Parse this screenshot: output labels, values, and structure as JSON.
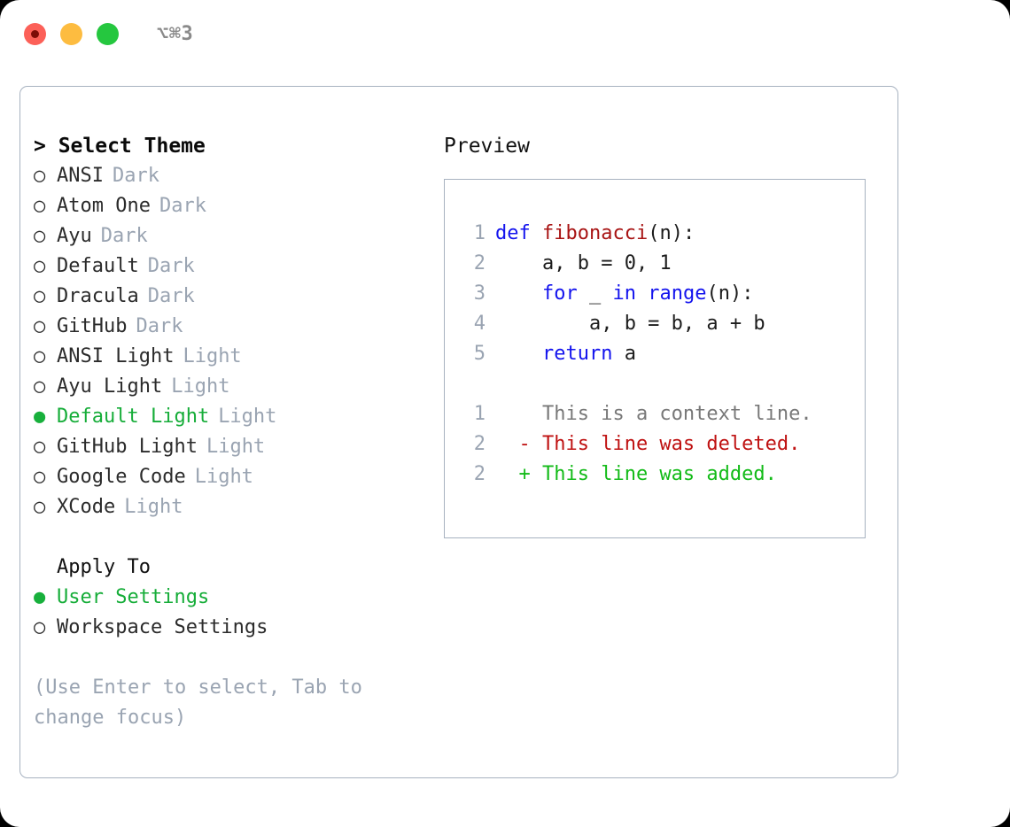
{
  "titlebar": {
    "shortcut": "⌥⌘3",
    "buttons": [
      {
        "name": "close",
        "color": "#fc6058"
      },
      {
        "name": "minimize",
        "color": "#fdbc40"
      },
      {
        "name": "maximize",
        "color": "#25c73f"
      }
    ]
  },
  "theme_list": {
    "header": "> Select Theme",
    "items": [
      {
        "bullet": "○",
        "label": "ANSI",
        "tag": "Dark",
        "selected": false
      },
      {
        "bullet": "○",
        "label": "Atom One",
        "tag": "Dark",
        "selected": false
      },
      {
        "bullet": "○",
        "label": "Ayu",
        "tag": "Dark",
        "selected": false
      },
      {
        "bullet": "○",
        "label": "Default",
        "tag": "Dark",
        "selected": false
      },
      {
        "bullet": "○",
        "label": "Dracula",
        "tag": "Dark",
        "selected": false
      },
      {
        "bullet": "○",
        "label": "GitHub",
        "tag": "Dark",
        "selected": false
      },
      {
        "bullet": "○",
        "label": "ANSI Light",
        "tag": "Light",
        "selected": false
      },
      {
        "bullet": "○",
        "label": "Ayu Light",
        "tag": "Light",
        "selected": false
      },
      {
        "bullet": "●",
        "label": "Default Light",
        "tag": "Light",
        "selected": true
      },
      {
        "bullet": "○",
        "label": "GitHub Light",
        "tag": "Light",
        "selected": false
      },
      {
        "bullet": "○",
        "label": "Google Code",
        "tag": "Light",
        "selected": false
      },
      {
        "bullet": "○",
        "label": "XCode",
        "tag": "Light",
        "selected": false
      }
    ]
  },
  "apply_to": {
    "title": "Apply To",
    "items": [
      {
        "bullet": "●",
        "label": "User Settings",
        "selected": true
      },
      {
        "bullet": "○",
        "label": "Workspace Settings",
        "selected": false
      }
    ]
  },
  "hint": "(Use Enter to select, Tab to change focus)",
  "preview": {
    "title": "Preview",
    "code_lines": [
      {
        "no": "1",
        "tokens": [
          {
            "t": "def ",
            "c": "kw"
          },
          {
            "t": "fibonacci",
            "c": "fn"
          },
          {
            "t": "(n):",
            "c": "plain"
          }
        ]
      },
      {
        "no": "2",
        "tokens": [
          {
            "t": "    a, b = 0, 1",
            "c": "plain"
          }
        ]
      },
      {
        "no": "3",
        "tokens": [
          {
            "t": "    ",
            "c": "plain"
          },
          {
            "t": "for",
            "c": "kw"
          },
          {
            "t": " _ ",
            "c": "plain"
          },
          {
            "t": "in",
            "c": "kw"
          },
          {
            "t": " ",
            "c": "plain"
          },
          {
            "t": "range",
            "c": "kw"
          },
          {
            "t": "(n):",
            "c": "plain"
          }
        ]
      },
      {
        "no": "4",
        "tokens": [
          {
            "t": "        a, b = b, a + b",
            "c": "plain"
          }
        ]
      },
      {
        "no": "5",
        "tokens": [
          {
            "t": "    ",
            "c": "plain"
          },
          {
            "t": "return",
            "c": "kw"
          },
          {
            "t": " a",
            "c": "plain"
          }
        ]
      }
    ],
    "diff_lines": [
      {
        "no": "1",
        "marker": " ",
        "text": "This is a context line.",
        "kind": "ctx"
      },
      {
        "no": "2",
        "marker": "-",
        "text": "This line was deleted.",
        "kind": "del"
      },
      {
        "no": "2",
        "marker": "+",
        "text": "This line was added.",
        "kind": "add"
      }
    ]
  },
  "colors": {
    "accent_green": "#16ad39",
    "muted": "#9aa4b2",
    "border": "#a7b2c0",
    "keyword_blue": "#1414ee",
    "function_red": "#a81414",
    "diff_add": "#13bb18",
    "diff_del": "#bf1212"
  }
}
